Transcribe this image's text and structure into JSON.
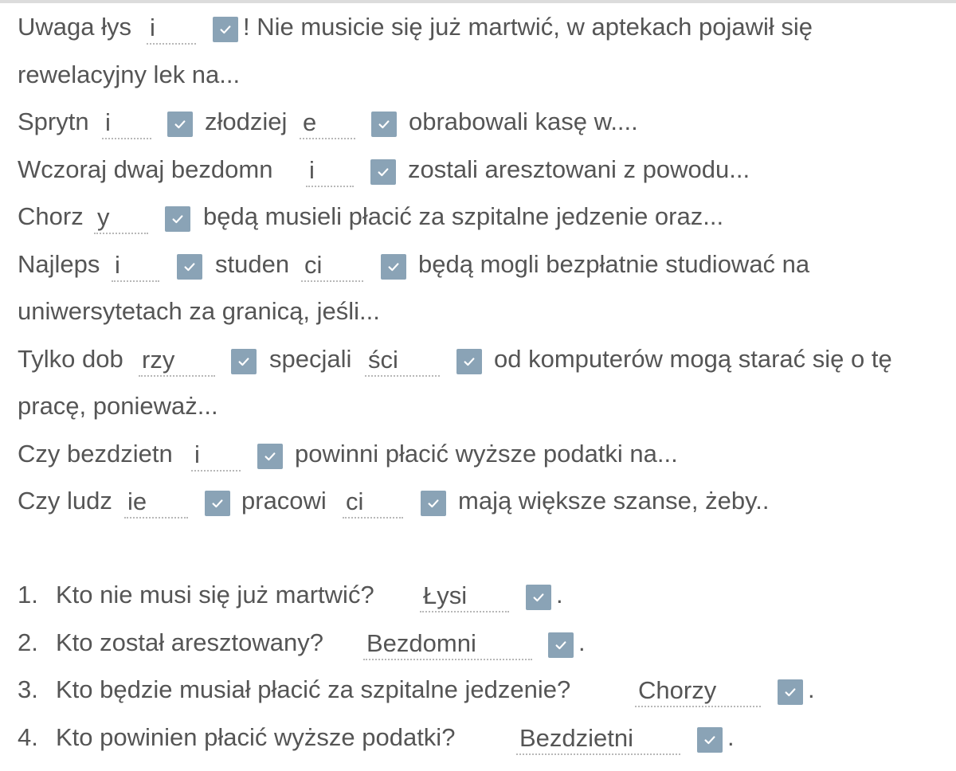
{
  "lines": [
    {
      "segments": [
        "Uwaga łys",
        "! Nie musicie się już martwić, w aptekach pojawił się"
      ],
      "answers": [
        "i"
      ]
    },
    {
      "segments": [
        "rewelacyjny lek na..."
      ]
    },
    {
      "segments": [
        "Sprytn",
        "złodziej",
        "obrabowali kasę w...."
      ],
      "answers": [
        "i",
        "e"
      ]
    },
    {
      "segments": [
        "Wczoraj dwaj bezdomn",
        "zostali aresztowani z powodu..."
      ],
      "answers": [
        "i"
      ]
    },
    {
      "segments": [
        "Chorz",
        "będą musieli płacić za szpitalne jedzenie oraz..."
      ],
      "answers": [
        "y"
      ]
    },
    {
      "segments": [
        "Najleps",
        "studen",
        "będą mogli bezpłatnie studiować na"
      ],
      "answers": [
        "i",
        "ci"
      ]
    },
    {
      "segments": [
        "uniwersytetach za granicą, jeśli..."
      ]
    },
    {
      "segments": [
        "Tylko dob",
        "specjali",
        "od komputerów mogą starać się o tę"
      ],
      "answers": [
        "rzy",
        "ści"
      ]
    },
    {
      "segments": [
        "pracę, ponieważ..."
      ]
    },
    {
      "segments": [
        "Czy bezdzietn",
        "powinni płacić wyższe podatki na..."
      ],
      "answers": [
        "i"
      ]
    },
    {
      "segments": [
        "Czy ludz",
        "pracowi",
        "mają większe szanse, żeby.."
      ],
      "answers": [
        "ie",
        "ci"
      ]
    }
  ],
  "questions": [
    {
      "number": "1.",
      "text": "Kto nie musi się już martwić?",
      "answer": "Łysi",
      "end": "."
    },
    {
      "number": "2.",
      "text": "Kto został aresztowany?",
      "answer": "Bezdomni",
      "end": "."
    },
    {
      "number": "3.",
      "text": "Kto będzie musiał płacić za szpitalne jedzenie?",
      "answer": "Chorzy",
      "end": "."
    },
    {
      "number": "4.",
      "text": "Kto powinien płacić wyższe podatki?",
      "answer": "Bezdzietni",
      "end": "."
    }
  ],
  "colors": {
    "text": "#555555",
    "check_box": "#8aa3b6",
    "dotted_line": "#b8b8b8"
  },
  "icons": {
    "check": "check-icon"
  }
}
